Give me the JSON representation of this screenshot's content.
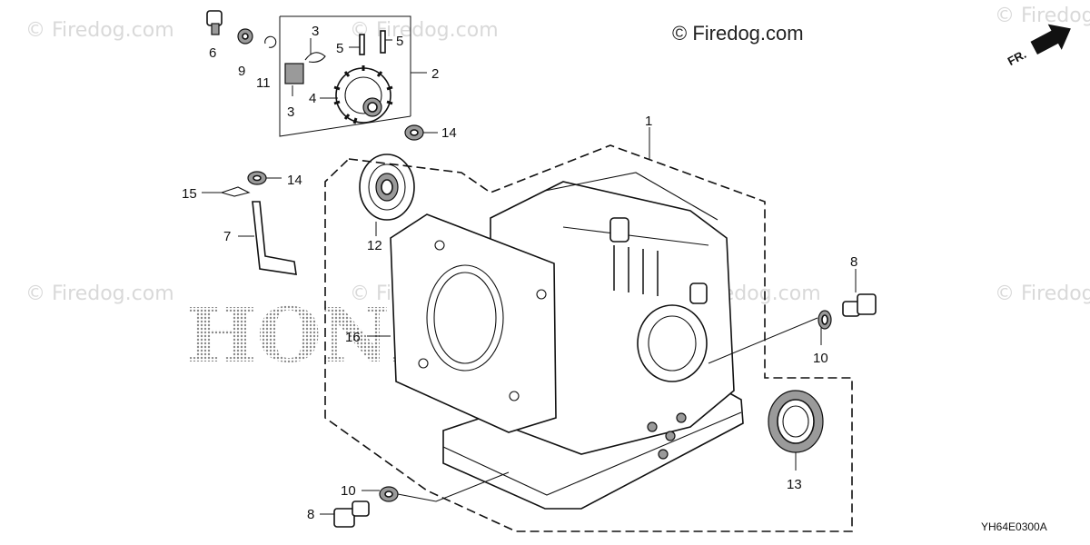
{
  "watermark": {
    "text": "© Firedog.com",
    "brand_text": "© Firedog.com"
  },
  "background_logo": "HONDA",
  "orientation": "FR.",
  "diagram_code": "YH64E0300A",
  "callouts": {
    "c1": "1",
    "c2": "2",
    "c3a": "3",
    "c3b": "3",
    "c4": "4",
    "c5a": "5",
    "c5b": "5",
    "c6": "6",
    "c7": "7",
    "c8a": "8",
    "c8b": "8",
    "c9": "9",
    "c10a": "10",
    "c10b": "10",
    "c11": "11",
    "c12": "12",
    "c13": "13",
    "c14a": "14",
    "c14b": "14",
    "c15": "15",
    "c16": "16"
  }
}
